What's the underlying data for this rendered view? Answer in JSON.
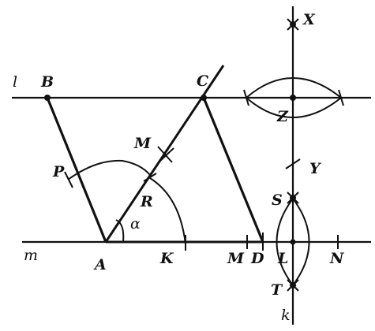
{
  "labels": {
    "l": "l",
    "m": "m",
    "k": "k",
    "A": "A",
    "B": "B",
    "C": "C",
    "D": "D",
    "K": "K",
    "M_upper": "M",
    "M_lower": "M",
    "P": "P",
    "R": "R",
    "S": "S",
    "T": "T",
    "X": "X",
    "Y": "Y",
    "Z": "Z",
    "L": "L",
    "N": "N",
    "alpha": "α"
  },
  "colors": {
    "ink": "#111111",
    "background": "#ffffff"
  }
}
